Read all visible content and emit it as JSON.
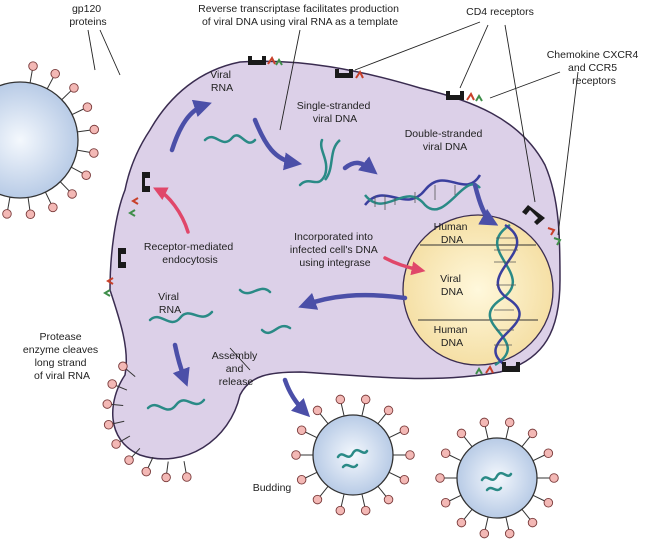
{
  "labels": {
    "gp120_line1": "gp120",
    "gp120_line2": "proteins",
    "rt_line1": "Reverse transcriptase facilitates production",
    "rt_line2": "of viral DNA using viral RNA as a template",
    "cd4": "CD4 receptors",
    "chemokine_line1": "Chemokine CXCR4",
    "chemokine_line2": "and CCR5",
    "chemokine_line3": "receptors",
    "viral_rna_top_line1": "Viral",
    "viral_rna_top_line2": "RNA",
    "ss_dna_line1": "Single-stranded",
    "ss_dna_line2": "viral DNA",
    "ds_dna_line1": "Double-stranded",
    "ds_dna_line2": "viral DNA",
    "endocytosis_line1": "Receptor-mediated",
    "endocytosis_line2": "endocytosis",
    "integrase_line1": "Incorporated into",
    "integrase_line2": "infected cell's DNA",
    "integrase_line3": "using integrase",
    "human_dna_top_line1": "Human",
    "human_dna_top_line2": "DNA",
    "viral_dna_line1": "Viral",
    "viral_dna_line2": "DNA",
    "human_dna_bottom_line1": "Human",
    "human_dna_bottom_line2": "DNA",
    "viral_rna_bottom_line1": "Viral",
    "viral_rna_bottom_line2": "RNA",
    "protease_line1": "Protease",
    "protease_line2": "enzyme cleaves",
    "protease_line3": "long strand",
    "protease_line4": "of viral RNA",
    "assembly_line1": "Assembly",
    "assembly_line2": "and",
    "assembly_line3": "release",
    "budding": "Budding"
  },
  "colors": {
    "cell_fill": "#dcd0e8",
    "nucleus_fill": "#fbf0c8",
    "virus_fill": "#dfe9f5",
    "rna_strand": "#2a8a86",
    "dna_strand_a": "#2a8a86",
    "dna_strand_b": "#3a3f9e",
    "flow_arrow": "#4b4fa8",
    "entry_arrow": "#e0476a",
    "receptor_cd4": "#1a1a1a",
    "receptor_chemokine": "#c8402a",
    "gp120_knob": "#f3b8b5"
  }
}
